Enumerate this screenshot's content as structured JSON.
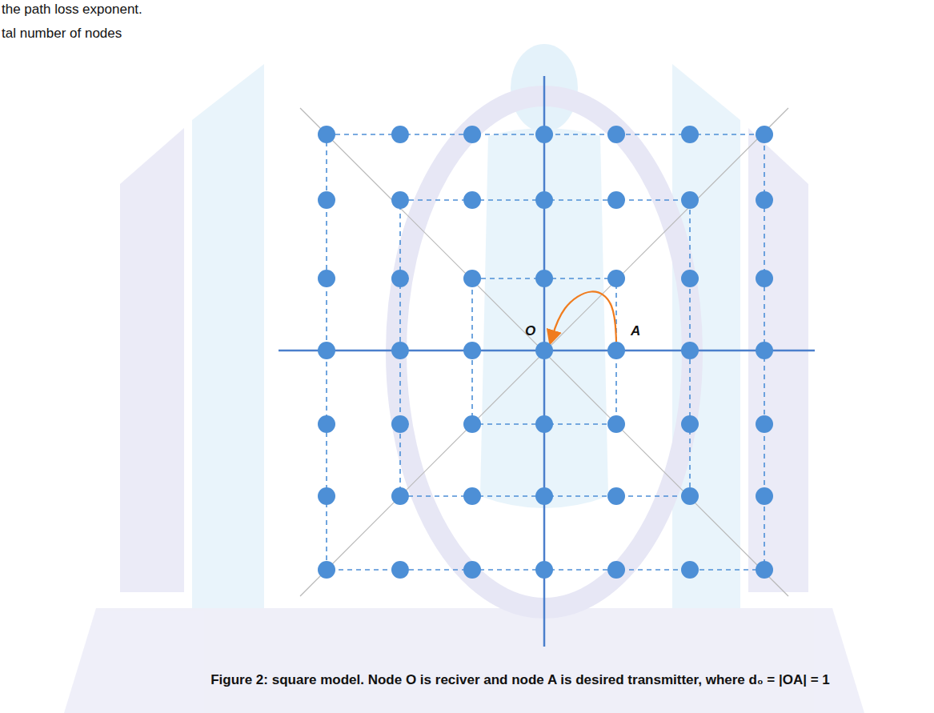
{
  "diagram": {
    "caption": "Figure 2: square model. Node O is reciver and node A is desired transmitter, where d₀ = |OA| = 1",
    "nodes": [
      {
        "text": [
          "O"
        ]
      },
      {
        "text": [
          "A"
        ]
      }
    ],
    "edges": [
      {
        "from": 1,
        "to": 0,
        "arrow": "to"
      }
    ],
    "labels": [
      "the path loss exponent.",
      "tal number of nodes"
    ]
  }
}
